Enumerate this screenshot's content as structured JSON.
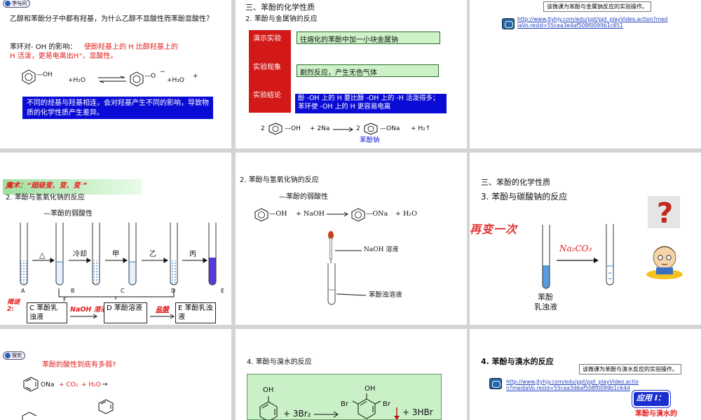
{
  "s1": {
    "tab": "学与问",
    "question": "乙醇和苯酚分子中都有羟基，为什么乙醇不显酸性而苯酚显酸性？",
    "answer_prefix": "苯环对- OH 的影响：",
    "answer_red": "使酚羟基上的 H 比醇羟基上的 H 活泼，更易电离出H⁺，显酸性。",
    "eq_oh": "—OH",
    "eq_h2o_left": "+H₂O",
    "eq_o": "—O",
    "eq_minus": "−",
    "eq_h3o": "+H₃O",
    "eq_plus": "+",
    "conclusion": "不同的烃基与羟基相连，会对羟基产生不同的影响，导致物质的化学性质产生差异。"
  },
  "s2": {
    "title": "三、苯酚的化学性质",
    "subtitle": "2. 苯酚与金属钠的反应",
    "labels": [
      "演示实验",
      "实验现象",
      "实验结论"
    ],
    "exp": "往熔化的苯酚中加一小块金属钠",
    "phen": "剧烈反应，产生无色气体",
    "concl": "酚 -OH 上的 H 要比醇 -OH 上的 -H 活泼得多；苯环使 -OH 上的 H 更容易电离",
    "eq_2a": "2",
    "eq_oh": "—OH",
    "eq_2na": "+ 2Na",
    "eq_2b": "2",
    "eq_ona": "—ONa",
    "eq_h2": "+ H₂↑",
    "product": "苯酚钠"
  },
  "s3": {
    "note": "该微课为苯酚与金属钠反应的实验操作。",
    "link": "http://www.jtyhjy.com/edu/ppt/ppt_playVideo.action?mediaVo.resId=55cea3e4af508f0099b1c651"
  },
  "s4": {
    "banner": "魔术：“超级变、变、变 ”",
    "subtitle": "2. 苯酚与氢氧化钠的反应",
    "acid": "—苯酚的弱酸性",
    "arrows": [
      "△",
      "冷却",
      "甲",
      "乙",
      "丙"
    ],
    "tube_labels": [
      "A",
      "B",
      "C",
      "D",
      "E"
    ],
    "f_label": "F",
    "reveal": "揭谜2:",
    "box_c": "C 苯酚乳浊液",
    "naoh": "NaOH 溶液",
    "box_d": "D 苯酚溶液",
    "hcl": "盐酸",
    "box_e": "E 苯酚乳浊液"
  },
  "s5": {
    "subtitle": "2. 苯酚与氢氧化钠的反应",
    "acid": "—苯酚的弱酸性",
    "eq_oh": "—OH",
    "eq_naoh": "+ NaOH",
    "eq_ona": "—ONa",
    "eq_h2o": "+ H₂O",
    "naoh_label": "NaOH 溶液",
    "emulsion_label": "苯酚浊溶液"
  },
  "s6": {
    "title": "三、苯酚的化学性质",
    "subtitle": "3. 苯酚与碳酸钠的反应",
    "again": "再变一次",
    "na2co3": "Na₂CO₃",
    "phenol": "苯酚",
    "emulsion": "乳浊液"
  },
  "s7": {
    "tab": "探究",
    "question": "苯酚的酸性到底有多弱?",
    "eq_ona": "ONa",
    "eq_co2": "+ CO₂",
    "eq_h2o": "+ H₂O",
    "eq_arrow": "→"
  },
  "s8": {
    "subtitle": "4. 苯酚与溴水的反应",
    "oh_left": "OH",
    "br2": "+ 3Br₂",
    "oh_right": "OH",
    "br_left": "Br",
    "br_right": "Br",
    "hbr": "+ 3HBr"
  },
  "s9": {
    "title": "4. 苯酚与溴水的反应",
    "note": "该微课为苯酚与溴水反应的实验操作。",
    "link": "http://www.jtyhjy.com/edu/ppt/ppt_playVideo.action?mediaVo.resId=55cea3d6af508f0099b1c64d",
    "app": "应用 I：",
    "app_sub": "苯酚与溴水的"
  }
}
